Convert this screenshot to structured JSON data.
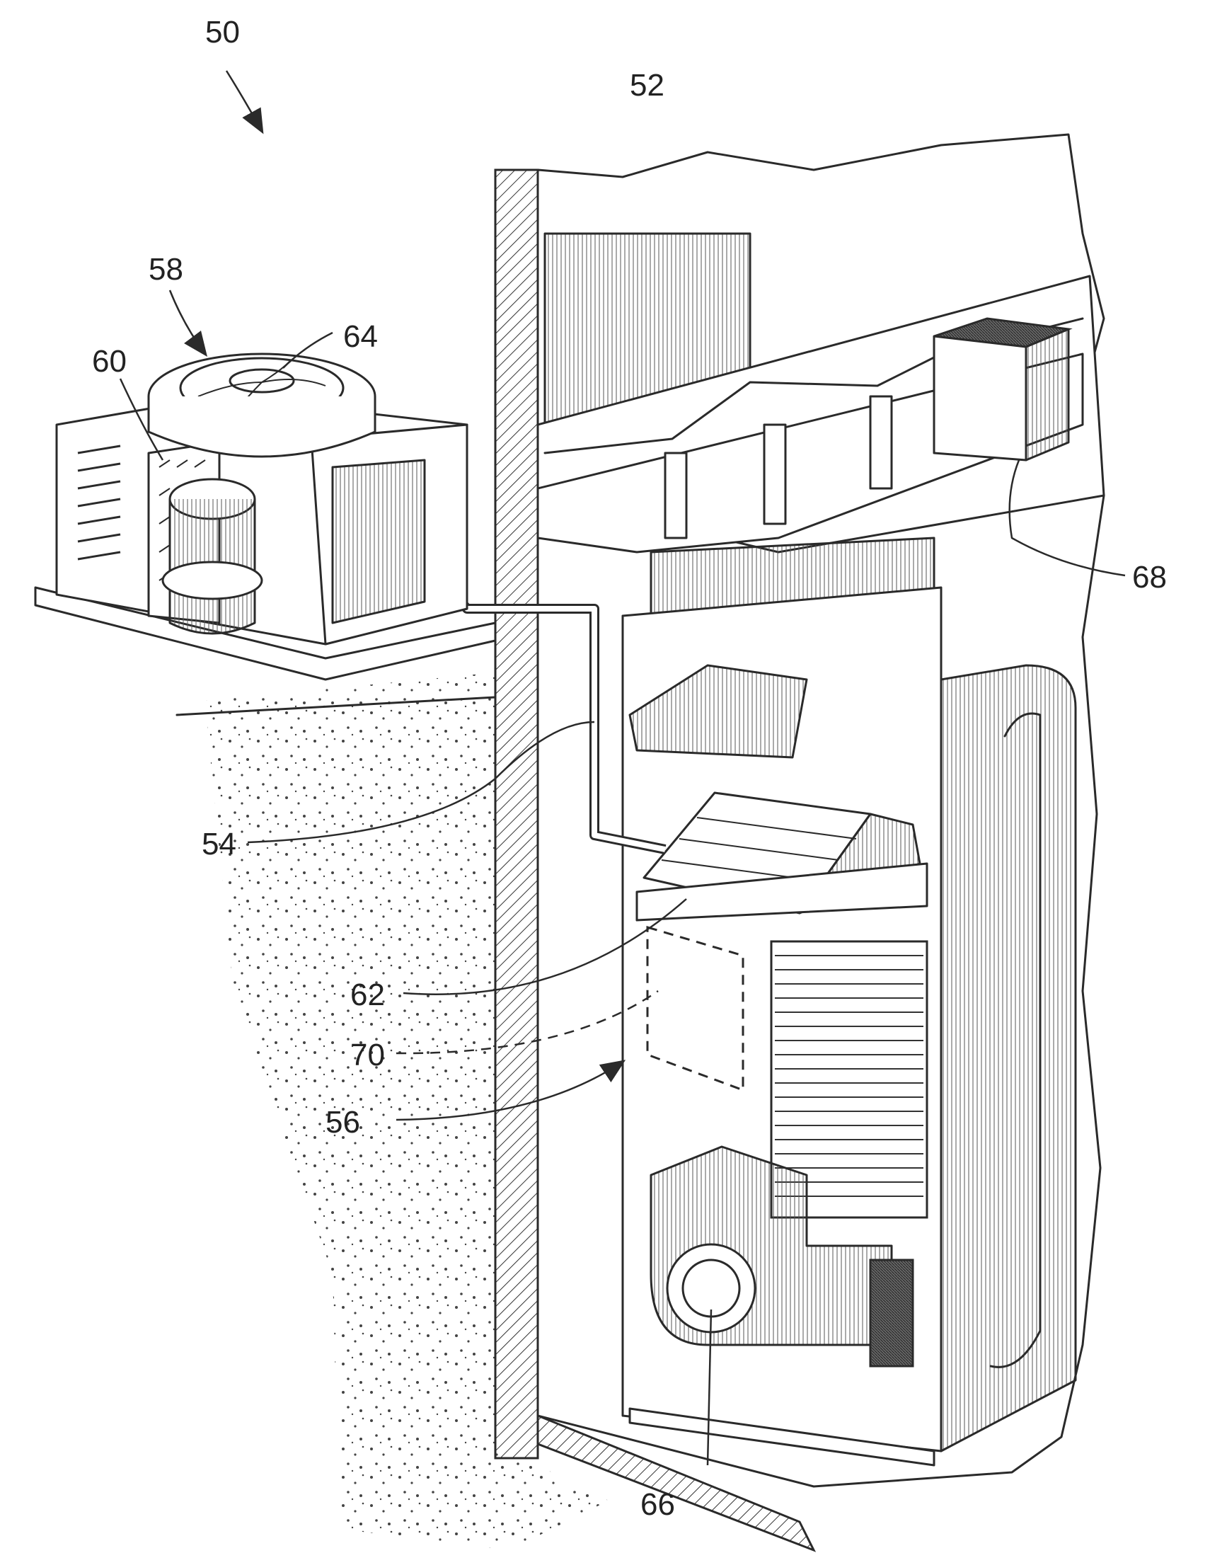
{
  "figure": {
    "reference_numerals": {
      "system": "50",
      "building": "52",
      "refrigerant_line": "54",
      "indoor_unit": "56",
      "outdoor_unit": "58",
      "outdoor_coil": "60",
      "indoor_coil": "62",
      "outdoor_fan": "64",
      "blower": "66",
      "ductwork": "68",
      "control_board": "70"
    }
  }
}
